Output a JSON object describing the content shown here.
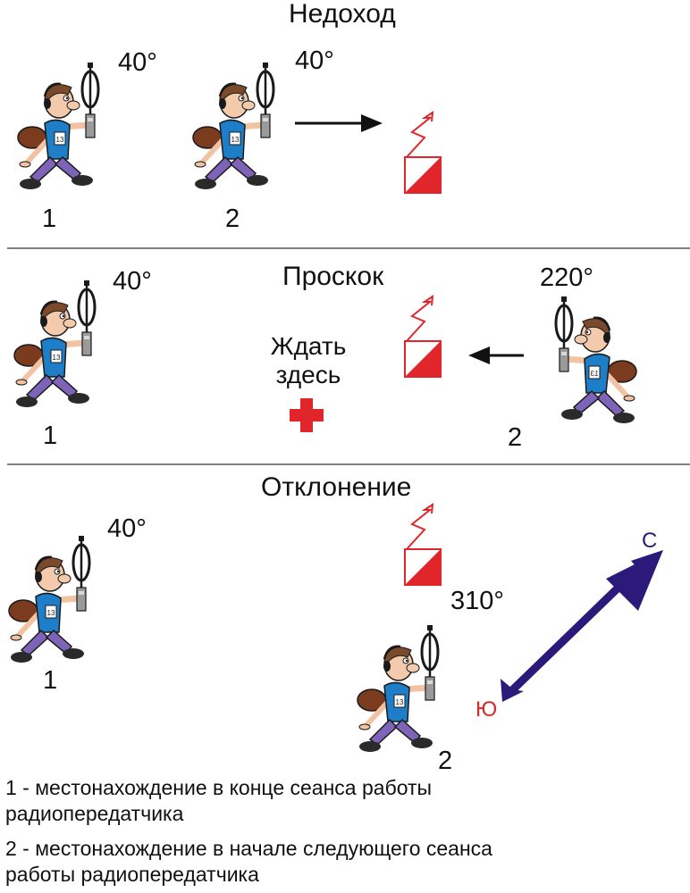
{
  "sections": [
    {
      "title": "Недоход",
      "figures": [
        {
          "position_label": "1",
          "bearing": "40°"
        },
        {
          "position_label": "2",
          "bearing": "40°"
        }
      ]
    },
    {
      "title": "Проскок",
      "wait_label": "Ждать здесь",
      "figures": [
        {
          "position_label": "1",
          "bearing": "40°"
        },
        {
          "position_label": "2",
          "bearing": "220°"
        }
      ]
    },
    {
      "title": "Отклонение",
      "figures": [
        {
          "position_label": "1",
          "bearing": "40°"
        },
        {
          "position_label": "2",
          "bearing": "310°"
        }
      ],
      "compass": {
        "north": "С",
        "south": "Ю"
      }
    }
  ],
  "bib_number": "13",
  "legend": {
    "item1": "1 - местонахождение в конце сеанса работы радиопередатчика",
    "item2": "2 - местонахождение в начале следующего сеанса работы радиопередатчика"
  },
  "colors": {
    "beacon_red": "#e0262b",
    "compass_blue": "#2b1a7a",
    "south_red": "#d42a2a",
    "shirt_blue": "#1e7fc8",
    "pants_purple": "#7e64b8"
  }
}
